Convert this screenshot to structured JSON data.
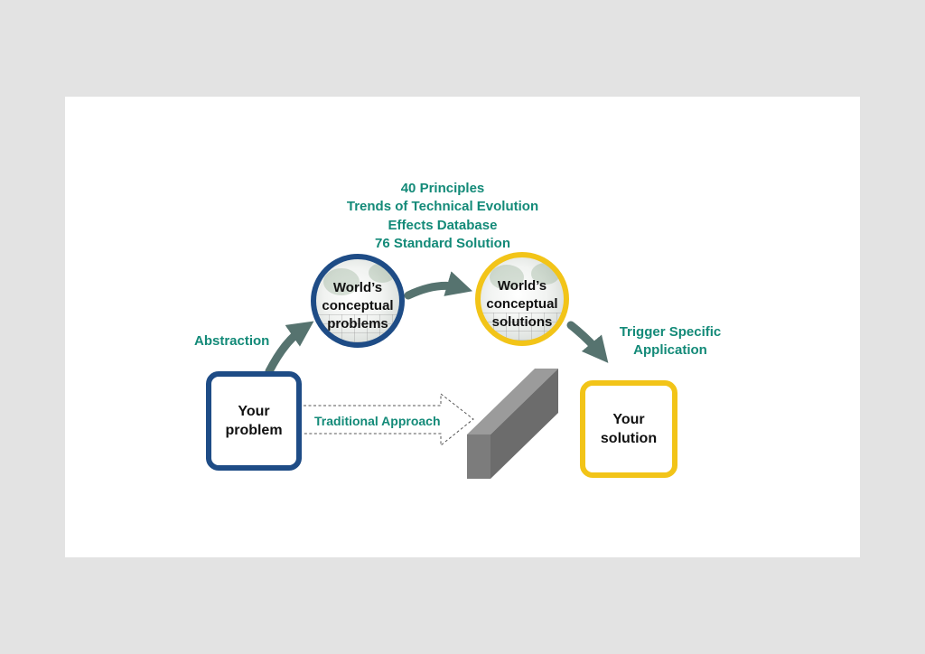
{
  "tools": {
    "lines": [
      "40 Principles",
      "Trends of Technical Evolution",
      "Effects Database",
      "76 Standard Solution"
    ]
  },
  "labels": {
    "abstraction": "Abstraction",
    "trigger": [
      "Trigger Specific",
      "Application"
    ],
    "traditional": "Traditional Approach"
  },
  "nodes": {
    "problems": [
      "World’s",
      "conceptual",
      "problems"
    ],
    "solutions": [
      "World’s",
      "conceptual",
      "solutions"
    ],
    "your_problem": [
      "Your",
      "problem"
    ],
    "your_solution": [
      "Your",
      "solution"
    ]
  },
  "colors": {
    "teal": "#138a78",
    "blue": "#1e4c86",
    "yellow": "#f2c418",
    "arrow": "#56736f",
    "block": "#7d7d7d"
  }
}
